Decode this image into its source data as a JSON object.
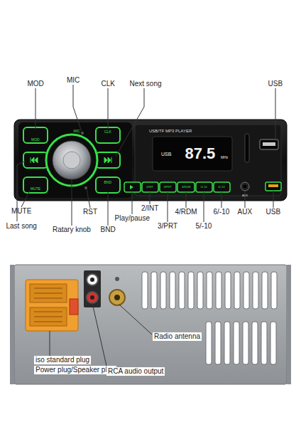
{
  "diagram": {
    "labels": [
      "MOD",
      "MIC",
      "CLK",
      "Next song",
      "USB",
      "MUTE",
      "Last song",
      "Ratary knob",
      "RST",
      "Play/pause",
      "BND",
      "2/INT",
      "3/PRT",
      "4/RDM",
      "5/-10",
      "6/-10",
      "AUX",
      "USB",
      "USB/TF MP3 PLAYER",
      "USB",
      "87.5",
      "MHz",
      "iso standard plug",
      "Power plug/Speaker plug",
      "Radio antenna",
      "RCA audio output",
      "MOD",
      "MIC",
      "CLK",
      "MUTE",
      "BND",
      "2/INT",
      "3/PRT",
      "4/RDM",
      "5/-10",
      "6/-10",
      "AUX"
    ]
  }
}
